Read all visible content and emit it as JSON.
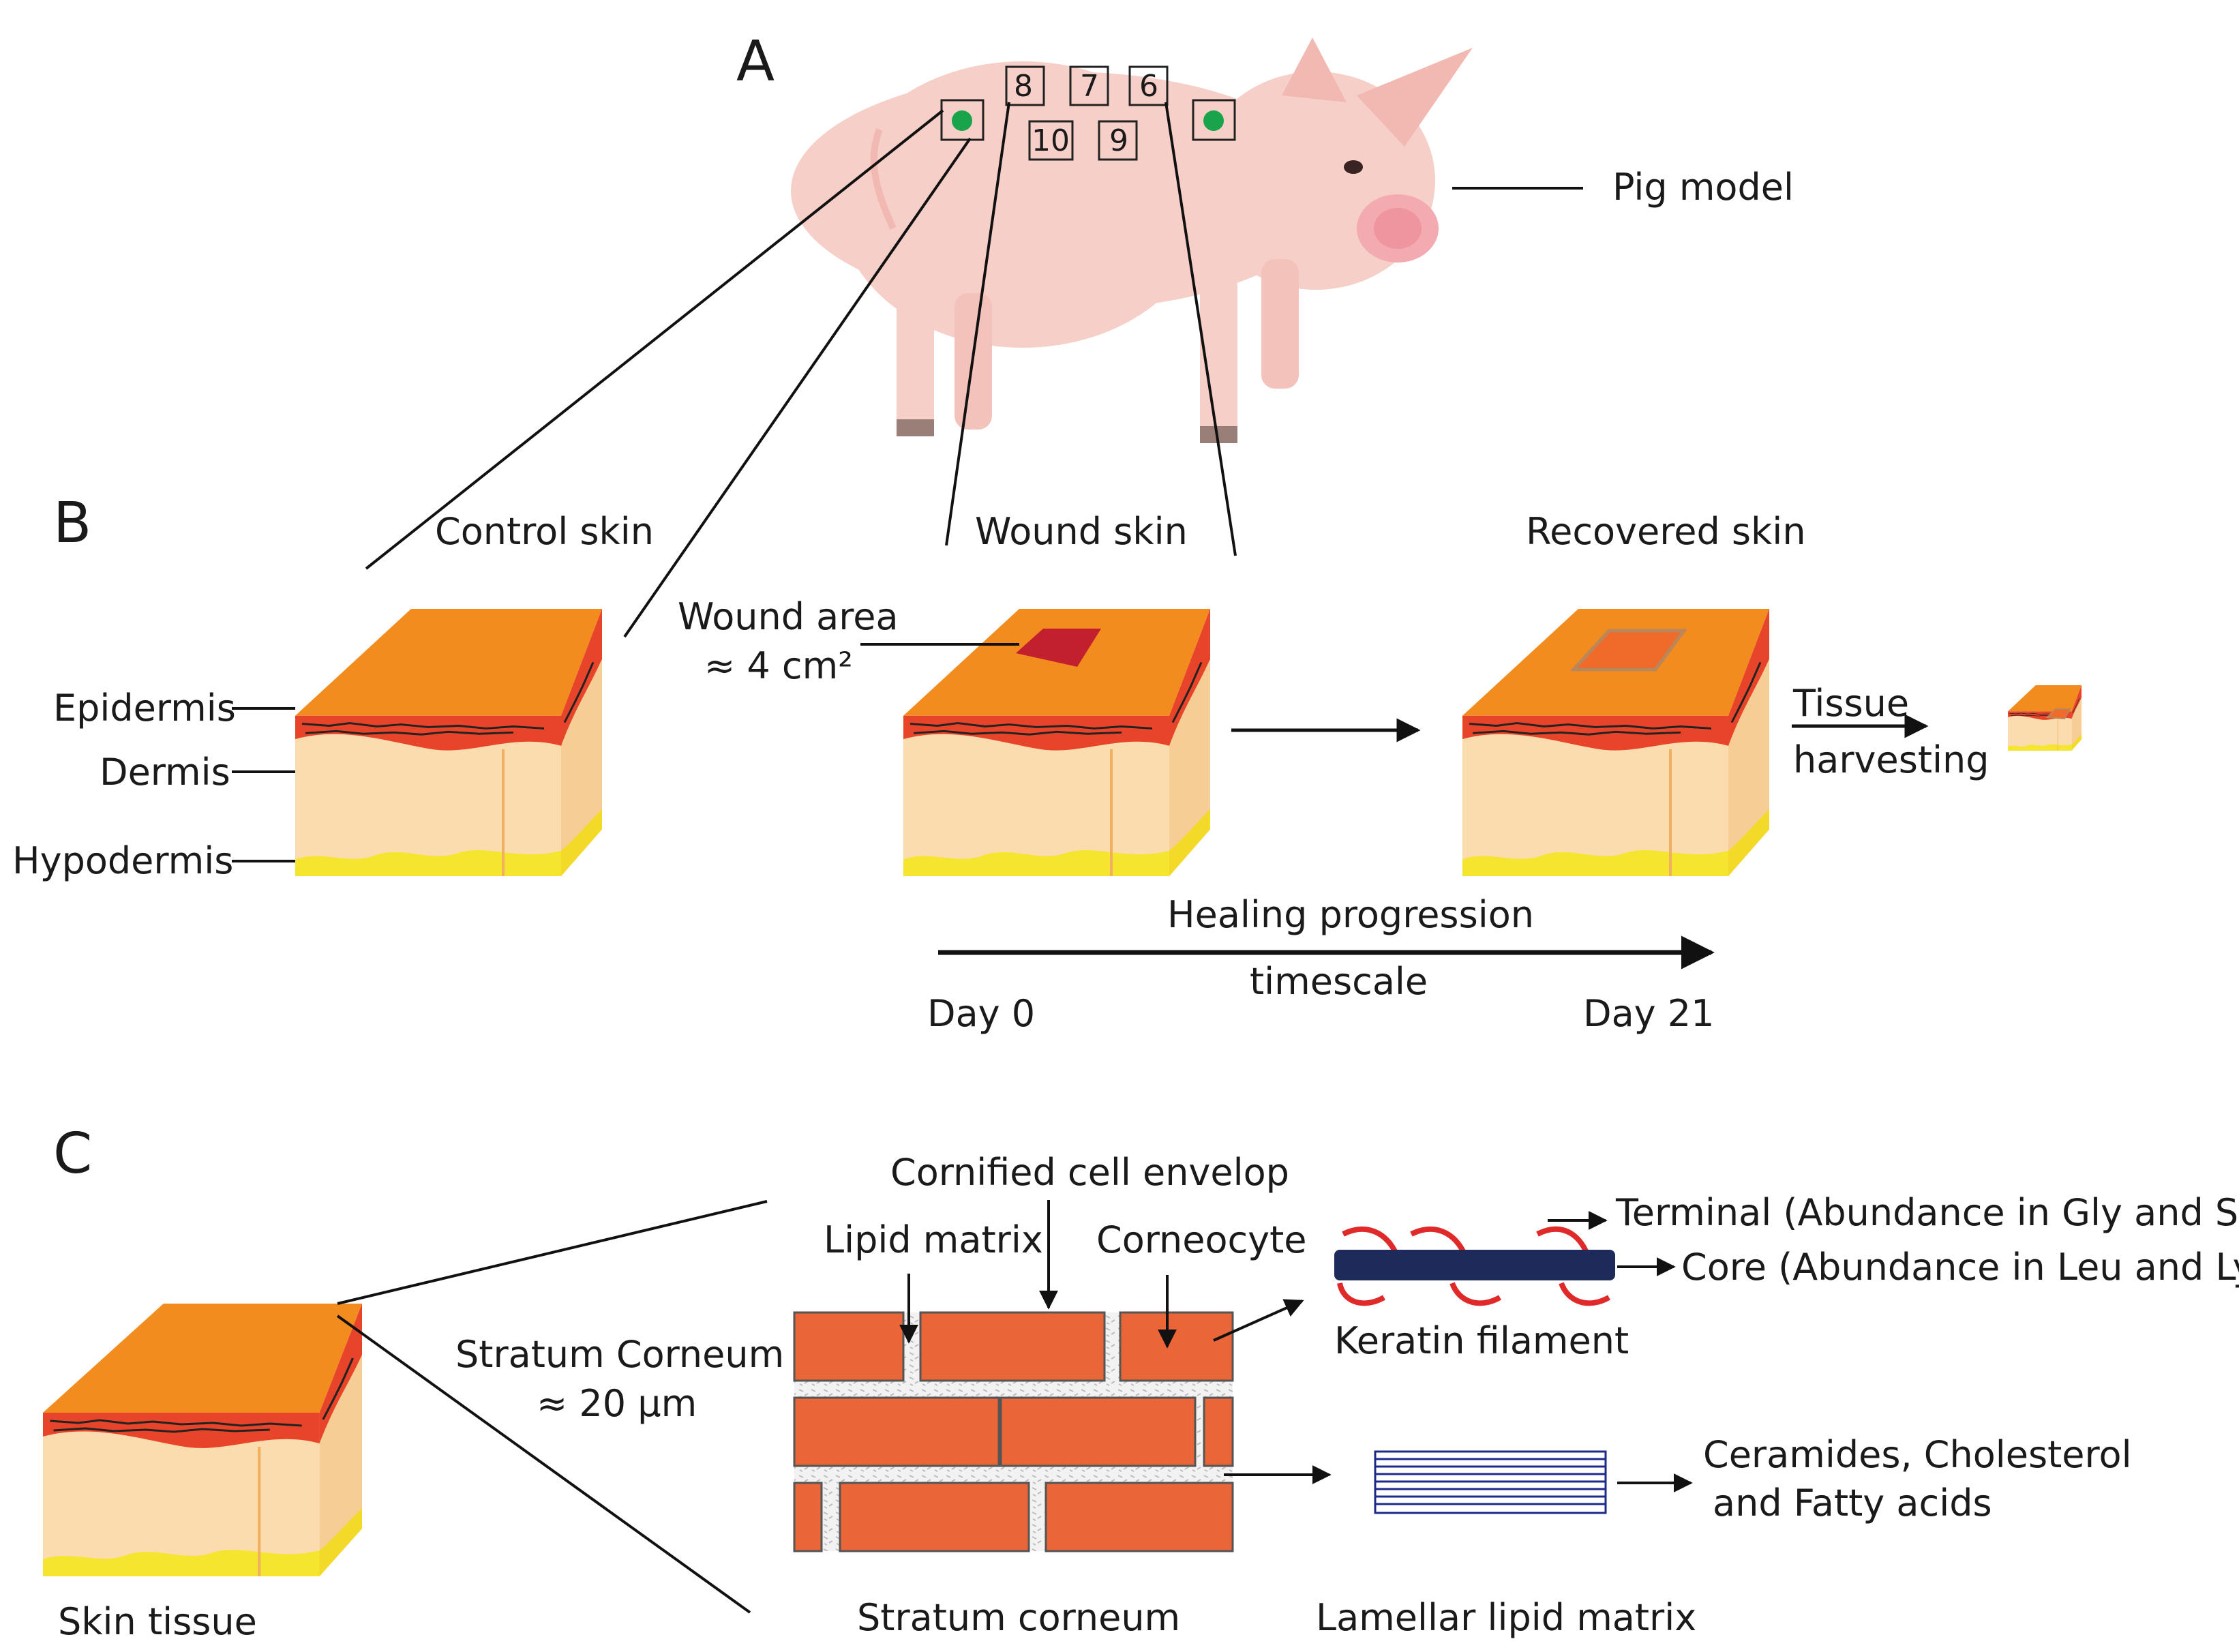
{
  "panels": {
    "a": {
      "letter": "A",
      "model_label": "Pig model",
      "site_numbers": [
        "8",
        "7",
        "6",
        "10",
        "9"
      ]
    },
    "b": {
      "letter": "B",
      "control_skin": "Control skin",
      "wound_skin": "Wound skin",
      "recovered_skin": "Recovered skin",
      "epidermis": "Epidermis",
      "dermis": "Dermis",
      "hypodermis": "Hypodermis",
      "wound_area_line1": "Wound area",
      "wound_area_line2": "≈ 4 cm²",
      "tissue_line1": "Tissue",
      "tissue_line2": "harvesting",
      "healing_line1": "Healing progression",
      "healing_line2": "timescale",
      "day_start": "Day 0",
      "day_end": "Day 21"
    },
    "c": {
      "letter": "C",
      "skin_tissue": "Skin tissue",
      "sc_line1": "Stratum Corneum",
      "sc_line2": "≈ 20 µm",
      "cornified_envelope": "Cornified cell envelop",
      "lipid_matrix": "Lipid matrix",
      "corneocyte": "Corneocyte",
      "stratum_corneum": "Stratum corneum",
      "keratin_filament": "Keratin filament",
      "terminal": "Terminal (Abundance in Gly and Ser)",
      "core": "Core (Abundance in Leu and Lys)",
      "lipid_components_line1": "Ceramides, Cholesterol",
      "lipid_components_line2": "and Fatty acids",
      "lamellar_lipid_matrix": "Lamellar lipid matrix"
    }
  },
  "colors": {
    "skin_top": "#f28c1e",
    "epidermis": "#e8442a",
    "dermis": "#fbdcae",
    "hypodermis": "#f5e52e",
    "wound": "#c21f2f",
    "recovered": "#f06a2a",
    "brick": "#ea6538",
    "keratin_core": "#1e2a5a",
    "keratin_ends": "#e02a2a",
    "lamellae": "#1e2a8a",
    "control_marker": "#19a34a",
    "pig_body": "#f6cfc8"
  }
}
